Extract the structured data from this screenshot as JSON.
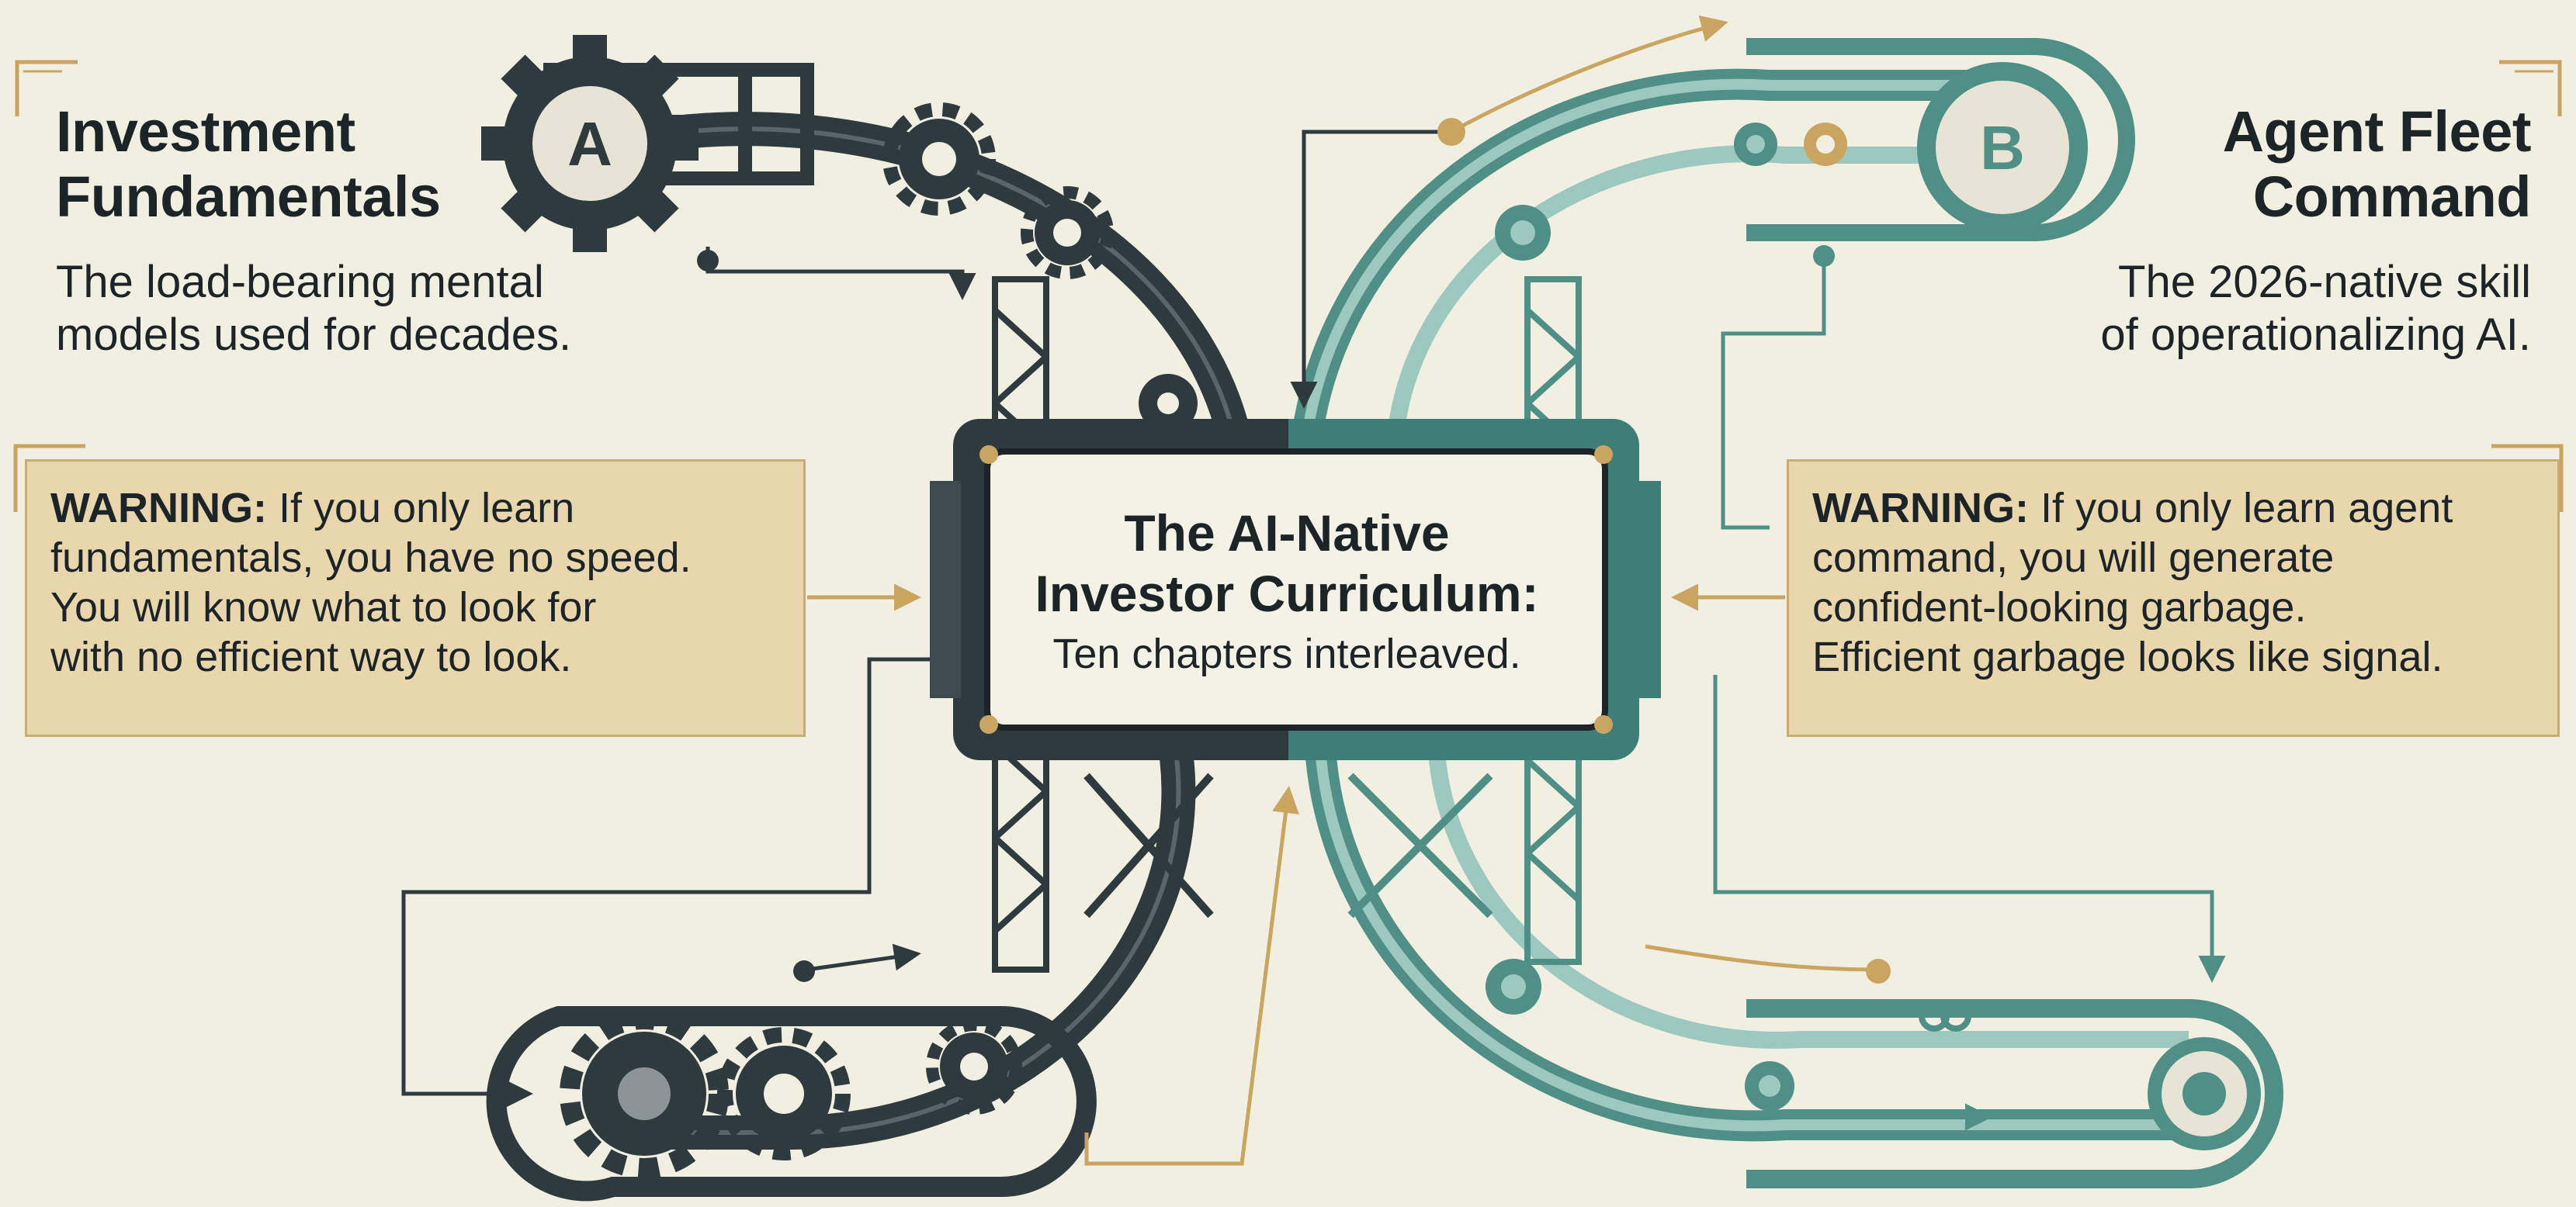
{
  "left": {
    "badge": "A",
    "title_lines": [
      "Investment",
      "Fundamentals"
    ],
    "description_lines": [
      "The load-bearing mental",
      "models used for decades."
    ],
    "warning": {
      "label": "WARNING:",
      "line1_rest": " If you only learn",
      "lines": [
        "fundamentals, you have no speed.",
        "You will know what to look for",
        "with no efficient way to look."
      ]
    }
  },
  "right": {
    "badge": "B",
    "title_lines": [
      "Agent Fleet",
      "Command"
    ],
    "description_lines": [
      "The 2026-native skill",
      "of operationalizing AI."
    ],
    "warning": {
      "label": "WARNING:",
      "line1_rest": " If you only learn agent",
      "lines": [
        "command, you will generate",
        "confident-looking garbage.",
        "Efficient garbage looks like signal."
      ]
    }
  },
  "center": {
    "title_lines": [
      "The AI-Native",
      "Investor Curriculum:"
    ],
    "subtitle": "Ten chapters interleaved."
  },
  "colors": {
    "background": "#f1efe2",
    "dark_track": "#2f3a3e",
    "teal_track": "#4f8f86",
    "light_teal": "#9cc8c0",
    "gold": "#c9a561",
    "warning_fill": "#e8d7ad"
  }
}
